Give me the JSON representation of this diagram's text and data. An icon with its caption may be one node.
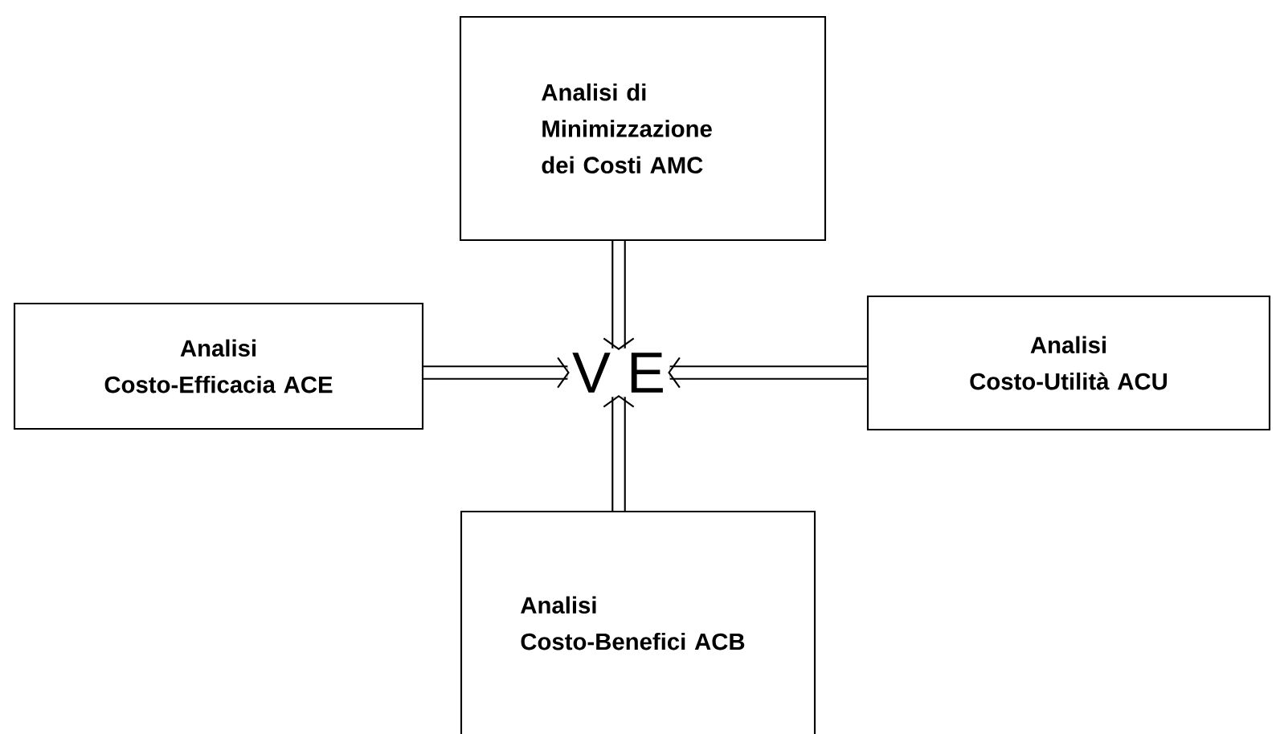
{
  "diagram": {
    "nodes": [
      {
        "text": [
          "Analisi di Minimizzazione dei Costi AMC"
        ]
      },
      {
        "text": [
          "Analisi Costo-Efficacia ACE"
        ]
      },
      {
        "text": [
          "V E"
        ]
      },
      {
        "text": [
          "Analisi Costo-Utilità ACU"
        ]
      },
      {
        "text": [
          "Analisi Costo-Benefici ACB"
        ]
      }
    ],
    "edges": [
      {
        "from": 0,
        "to": 2,
        "arrow": "to"
      },
      {
        "from": 1,
        "to": 2,
        "arrow": "to"
      },
      {
        "from": 3,
        "to": 2,
        "arrow": "to"
      },
      {
        "from": 4,
        "to": 2,
        "arrow": "to"
      }
    ]
  }
}
